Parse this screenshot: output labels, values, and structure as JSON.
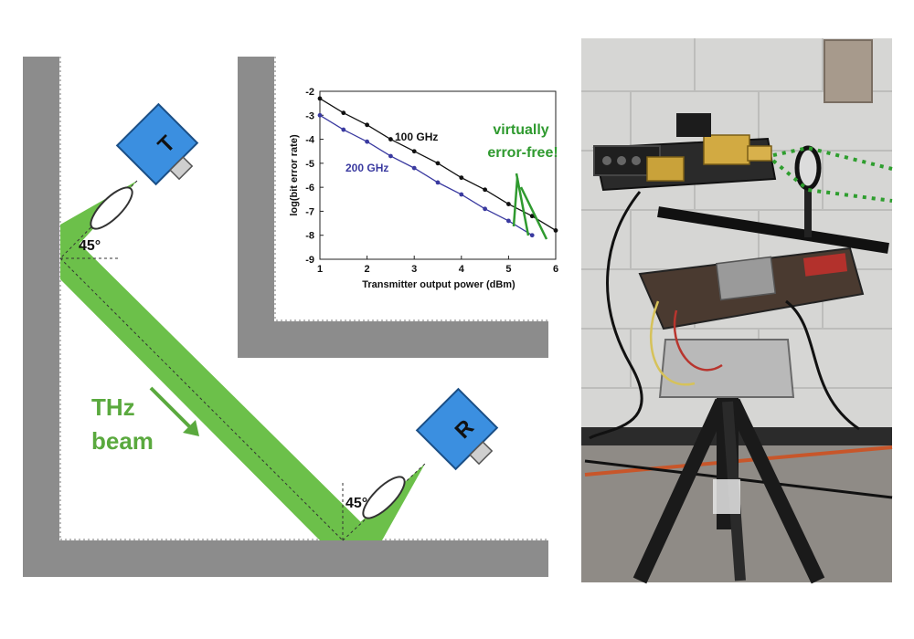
{
  "diagram": {
    "transmitter_label": "T",
    "receiver_label": "R",
    "angle_top": "45°",
    "angle_bottom": "45°",
    "beam_label_line1": "THz",
    "beam_label_line2": "beam",
    "colors": {
      "wall": "#8c8c8c",
      "beam": "#6cc04a",
      "beam_text": "#5aa93e",
      "device": "#3b8fe0",
      "annotation": "#2f9a2f",
      "series_100": "#111111",
      "series_200": "#3a3aa0"
    }
  },
  "chart_data": {
    "type": "line",
    "xlabel": "Transmitter output power (dBm)",
    "ylabel": "log(bit error rate)",
    "xlim": [
      1,
      6
    ],
    "ylim": [
      -9,
      -2
    ],
    "xticks": [
      "1",
      "2",
      "3",
      "4",
      "5",
      "6"
    ],
    "yticks": [
      "-2",
      "-3",
      "-4",
      "-5",
      "-6",
      "-7",
      "-8",
      "-9"
    ],
    "annotation_line1": "virtually",
    "annotation_line2": "error-free!",
    "series": [
      {
        "name": "100 GHz",
        "x": [
          1.0,
          1.5,
          2.0,
          2.5,
          3.0,
          3.5,
          4.0,
          4.5,
          5.0,
          5.5,
          6.0
        ],
        "y": [
          -2.3,
          -2.9,
          -3.4,
          -4.0,
          -4.5,
          -5.0,
          -5.6,
          -6.1,
          -6.7,
          -7.2,
          -7.8
        ]
      },
      {
        "name": "200 GHz",
        "x": [
          1.0,
          1.5,
          2.0,
          2.5,
          3.0,
          3.5,
          4.0,
          4.5,
          5.0,
          5.5
        ],
        "y": [
          -3.0,
          -3.6,
          -4.1,
          -4.7,
          -5.2,
          -5.8,
          -6.3,
          -6.9,
          -7.4,
          -8.0
        ]
      }
    ]
  },
  "photo": {
    "description_icon": "photo-of-thz-tripod-setup"
  }
}
